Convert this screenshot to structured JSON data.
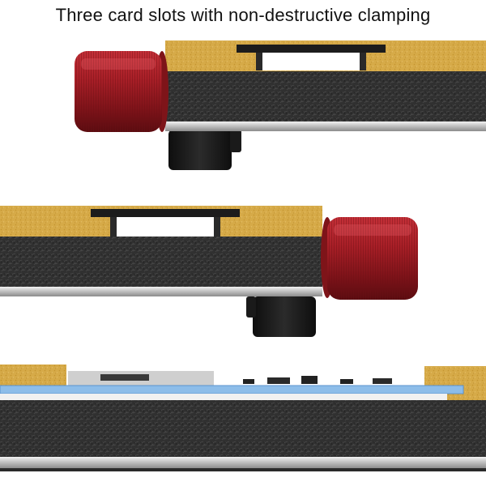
{
  "caption": "Three card slots with non-destructive clamping",
  "colors": {
    "background": "#ffffff",
    "felt": "#2f2f2f",
    "foam": "#d9ad4c",
    "knob": "#9b1b22",
    "feet": "#1a1a1a",
    "rail": "#c9c9c9",
    "board": "#7fb4e6"
  },
  "photos": [
    {
      "name": "fixture-side-view-knob-left"
    },
    {
      "name": "fixture-side-view-knob-right"
    },
    {
      "name": "fixture-side-view-board-clamped"
    }
  ]
}
